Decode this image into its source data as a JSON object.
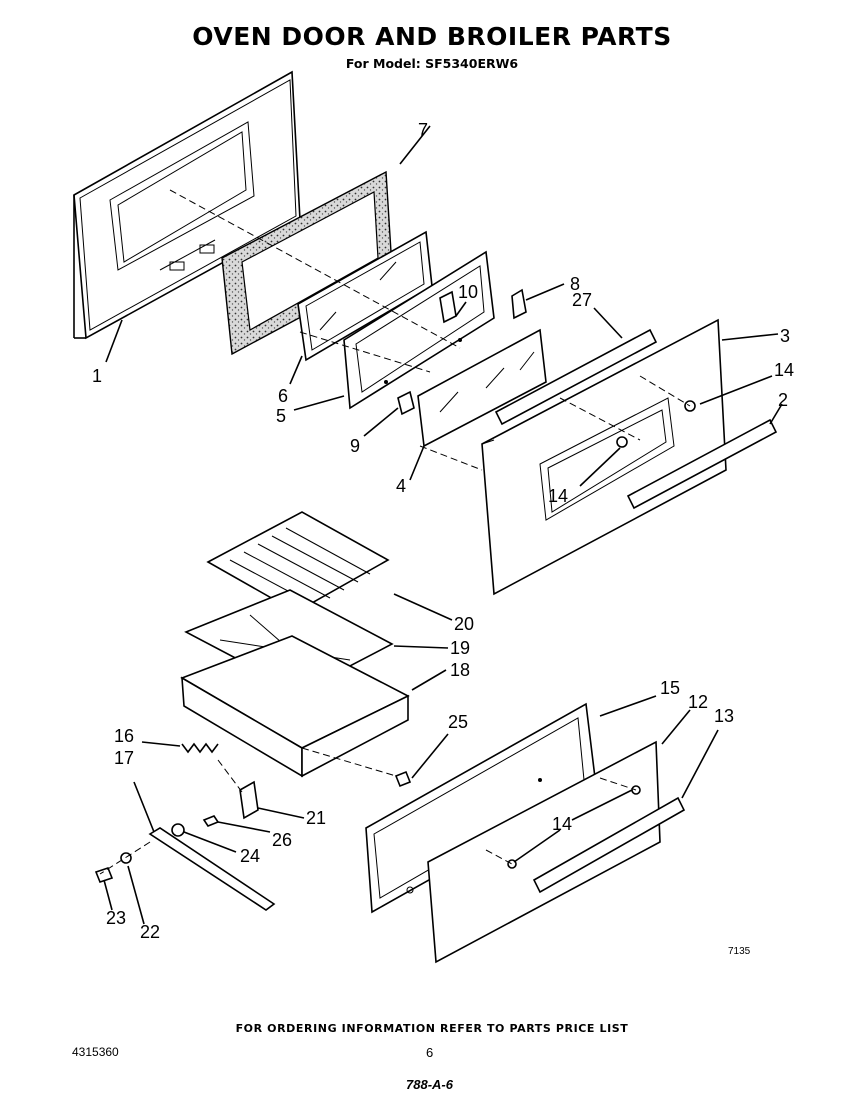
{
  "header": {
    "title": "OVEN DOOR AND BROILER PARTS",
    "subtitle": "For Model: SF5340ERW6"
  },
  "footer": {
    "ordering_note": "FOR ORDERING INFORMATION REFER TO PARTS PRICE LIST",
    "document_number": "4315360",
    "page_number": "6",
    "handwritten_note": "788-A-6",
    "figure_code": "7135"
  },
  "callouts": {
    "c1": "1",
    "c2": "2",
    "c3": "3",
    "c4": "4",
    "c5": "5",
    "c6": "6",
    "c7": "7",
    "c8": "8",
    "c9": "9",
    "c10": "10",
    "c12": "12",
    "c13": "13",
    "c14": "14",
    "c15": "15",
    "c16": "16",
    "c17": "17",
    "c18": "18",
    "c19": "19",
    "c20": "20",
    "c21": "21",
    "c22": "22",
    "c23": "23",
    "c24": "24",
    "c25": "25",
    "c26": "26",
    "c27": "27"
  }
}
